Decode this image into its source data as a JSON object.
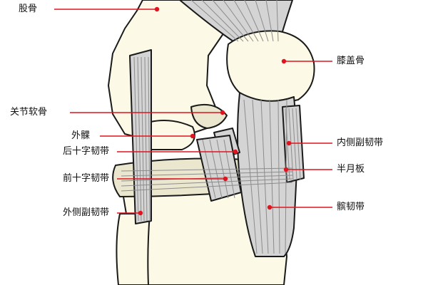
{
  "colors": {
    "outline": "#1a1a1a",
    "bone": "#fcf9e6",
    "bone_shadow": "#ebe7cf",
    "ligament": "#d4d4d4",
    "ligament_dark": "#8c8c8c",
    "leader": "#e0141e"
  },
  "labels": {
    "femur": "股骨",
    "articular_cartilage": "关节软骨",
    "lateral_condyle": "外髁",
    "posterior_cruciate": "后十字韧带",
    "anterior_cruciate": "前十字韧带",
    "lateral_collateral": "外侧副韧带",
    "patella": "膝盖骨",
    "medial_collateral": "内侧副韧带",
    "meniscus": "半月板",
    "patellar_ligament": "髌韧带"
  }
}
